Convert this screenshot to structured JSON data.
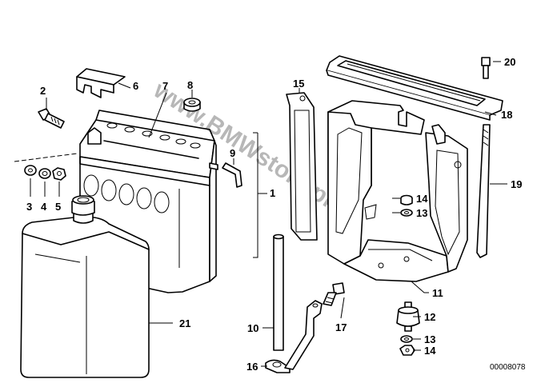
{
  "parts": [
    {
      "id": "p1",
      "label": "1"
    },
    {
      "id": "p2",
      "label": "2"
    },
    {
      "id": "p3",
      "label": "3"
    },
    {
      "id": "p4",
      "label": "4"
    },
    {
      "id": "p5",
      "label": "5"
    },
    {
      "id": "p6",
      "label": "6"
    },
    {
      "id": "p7",
      "label": "7"
    },
    {
      "id": "p8",
      "label": "8"
    },
    {
      "id": "p9",
      "label": "9"
    },
    {
      "id": "p10",
      "label": "10"
    },
    {
      "id": "p11",
      "label": "11"
    },
    {
      "id": "p12",
      "label": "12"
    },
    {
      "id": "p13a",
      "label": "13"
    },
    {
      "id": "p13b",
      "label": "13"
    },
    {
      "id": "p14a",
      "label": "14"
    },
    {
      "id": "p14b",
      "label": "14"
    },
    {
      "id": "p15",
      "label": "15"
    },
    {
      "id": "p16",
      "label": "16"
    },
    {
      "id": "p17",
      "label": "17"
    },
    {
      "id": "p18",
      "label": "18"
    },
    {
      "id": "p19",
      "label": "19"
    },
    {
      "id": "p20",
      "label": "20"
    },
    {
      "id": "p21",
      "label": "21"
    }
  ],
  "diagram_code": "00008078",
  "watermark": "www.BMWstore.pl"
}
